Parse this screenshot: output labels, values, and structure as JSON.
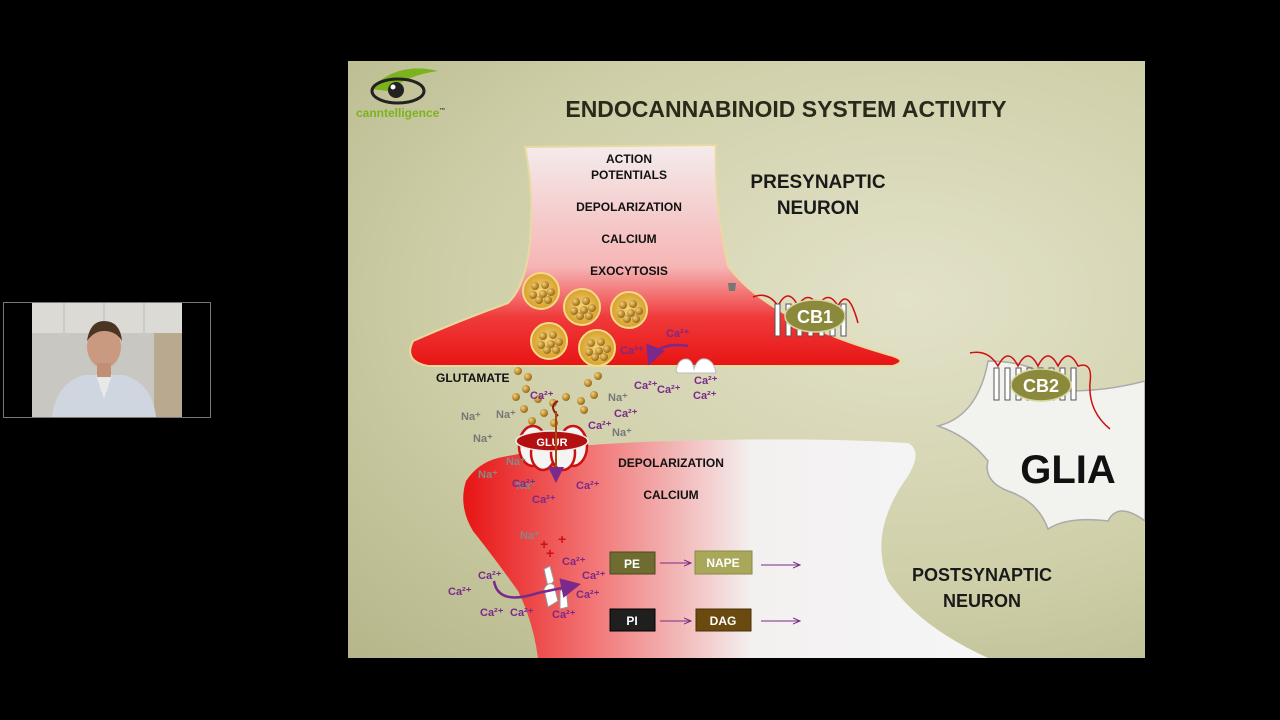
{
  "slide": {
    "title": "ENDOCANNABINOID SYSTEM ACTIVITY",
    "logo": {
      "text": "canntelligence",
      "trademark": "™",
      "icon": "eye-logo-icon"
    },
    "presynaptic": {
      "label_line1": "PRESYNAPTIC",
      "label_line2": "NEURON",
      "steps": [
        "ACTION",
        "POTENTIALS",
        "DEPOLARIZATION",
        "CALCIUM",
        "EXOCYTOSIS"
      ]
    },
    "postsynaptic": {
      "label_line1": "POSTSYNAPTIC",
      "label_line2": "NEURON",
      "steps": [
        "DEPOLARIZATION",
        "CALCIUM"
      ]
    },
    "glutamate_label": "GLUTAMATE",
    "glur_label": "GLUR",
    "cb1_label": "CB1",
    "cb2_label": "CB2",
    "glia_label": "GLIA",
    "ions": {
      "sodium": "Na⁺",
      "calcium": "Ca²⁺"
    },
    "pathways": [
      {
        "from": "PE",
        "to": "NAPE"
      },
      {
        "from": "PI",
        "to": "DAG"
      }
    ],
    "colors": {
      "membrane_red": "#ee1b1b",
      "ion_purple": "#7a2a8a",
      "receptor_olive": "#8b8a3c",
      "title": "#2a2a1a"
    }
  },
  "webcam": {
    "description_icon": "presenter-video-icon"
  }
}
